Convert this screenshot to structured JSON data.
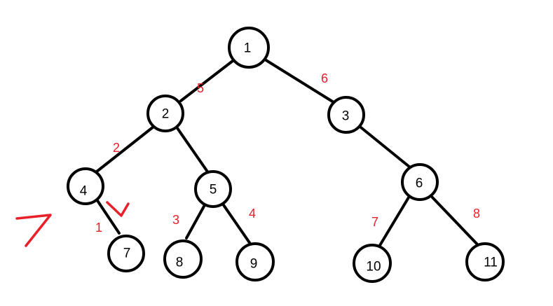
{
  "colors": {
    "node_stroke": "#000000",
    "edge_stroke": "#000000",
    "weight_text": "#e8202a",
    "annotation": "#e8202a"
  },
  "nodes": {
    "n1": "1",
    "n2": "2",
    "n3": "3",
    "n4": "4",
    "n5": "5",
    "n6": "6",
    "n7": "7",
    "n8": "8",
    "n9": "9",
    "n10": "10",
    "n11": "11"
  },
  "edge_weights": {
    "e1_2": "5",
    "e1_3": "6",
    "e2_4": "2",
    "e2_5": "",
    "e3_6": "",
    "e4_7": "1",
    "e5_8": "3",
    "e5_9": "4",
    "e6_10": "7",
    "e6_11": "8"
  },
  "annotations": {
    "handwritten_7": "7"
  }
}
